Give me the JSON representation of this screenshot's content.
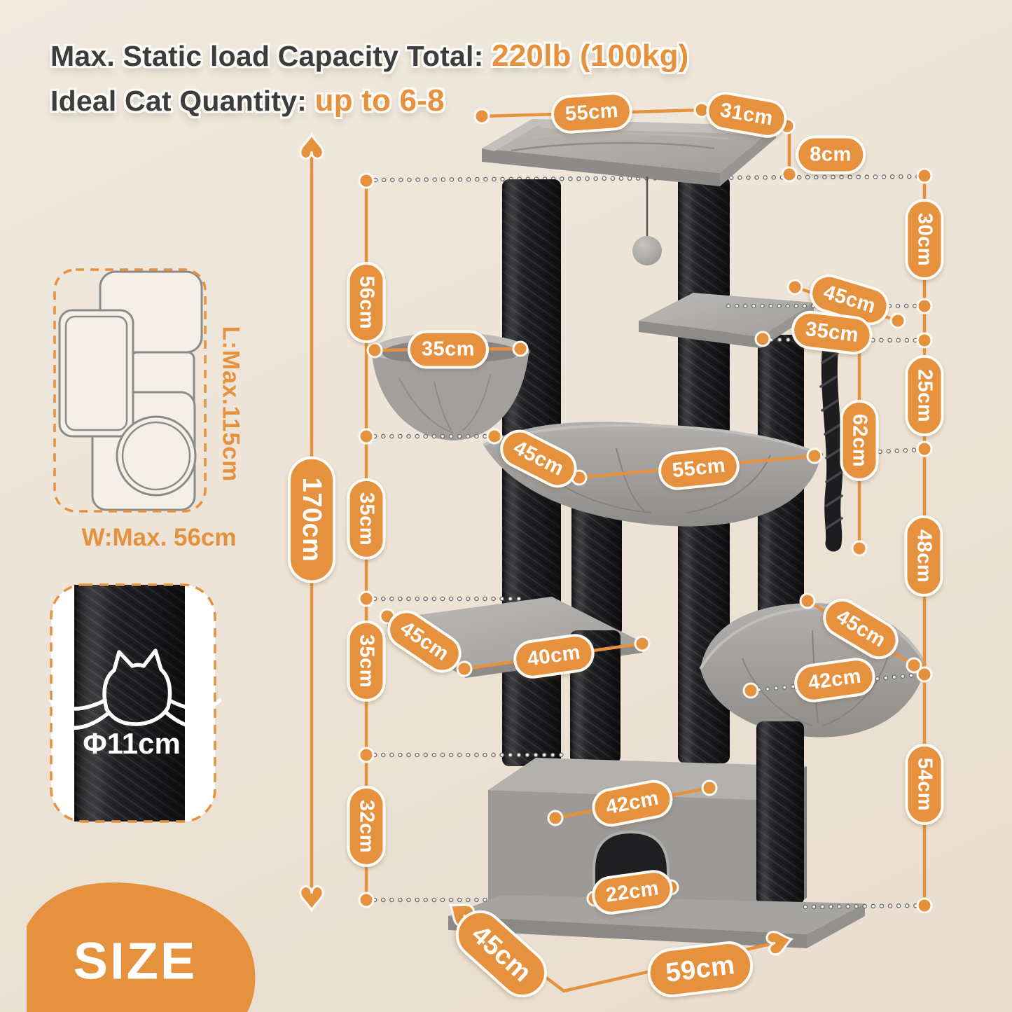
{
  "header": {
    "line1_label": "Max. Static load Capacity Total: ",
    "line1_value": "220lb (100kg)",
    "line2_label": "Ideal Cat Quantity: ",
    "line2_value": "up to 6-8"
  },
  "footprint": {
    "length_label": "L:Max.115cm",
    "width_label": "W:Max. 56cm"
  },
  "post_detail": {
    "diameter_label": "Φ11cm"
  },
  "size_badge": "SIZE",
  "colors": {
    "accent_orange": "#E5913E",
    "title_text": "#3E3D3D",
    "post_black": "#1E1E21",
    "plush_gray": "#A7A5A2",
    "background": "#ECE4D7"
  },
  "dims": {
    "top_platform_width": "55cm",
    "top_platform_depth": "31cm",
    "top_platform_thickness": "8cm",
    "total_height": "170cm",
    "top_to_basket_height": "56cm",
    "basket_diameter": "35cm",
    "top_to_perch_height": "30cm",
    "perch_width": "45cm",
    "perch_depth": "35cm",
    "perch_to_hammock_height": "25cm",
    "rope_length": "62cm",
    "hammock_depth": "45cm",
    "hammock_width": "55cm",
    "basket_to_hammock_height": "35cm",
    "hammock_to_cradle_height": "48cm",
    "hammock_to_platform_height": "35cm",
    "platform_depth": "45cm",
    "platform_width": "40cm",
    "cradle_depth": "45cm",
    "cradle_width": "42cm",
    "platform_to_house_height": "32cm",
    "house_width": "42cm",
    "door_width": "22cm",
    "cradle_to_floor_height": "54cm",
    "base_depth": "45cm",
    "base_width": "59cm"
  }
}
